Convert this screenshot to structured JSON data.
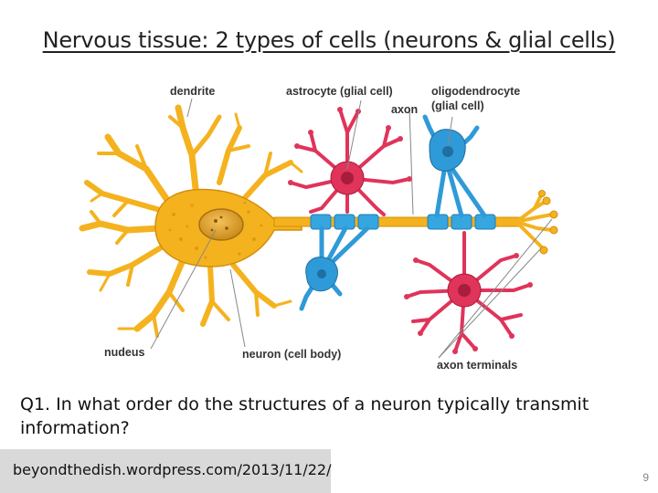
{
  "slide": {
    "title": "Nervous tissue: 2 types of cells (neurons & glial cells)",
    "question": "Q1. In what order do the structures of a neuron typically transmit information?",
    "source": "beyondthedish.wordpress.com/2013/11/22/",
    "page_number": "9"
  },
  "diagram": {
    "labels": {
      "dendrite": "dendrite",
      "astrocyte": "astrocyte (glial cell)",
      "axon": "axon",
      "oligodendrocyte_line1": "oligodendrocyte",
      "oligodendrocyte_line2": "(glial cell)",
      "nucleus": "nudeus",
      "neuron_cell_body": "neuron (cell body)",
      "axon_terminals": "axon terminals"
    },
    "colors": {
      "neuron": "#f5b21f",
      "neuron_outline": "#d38f0a",
      "astrocyte": "#e0345a",
      "oligodendrocyte": "#2f9ad8",
      "myelin": "#35a6e0",
      "leader_line": "#888888"
    }
  }
}
